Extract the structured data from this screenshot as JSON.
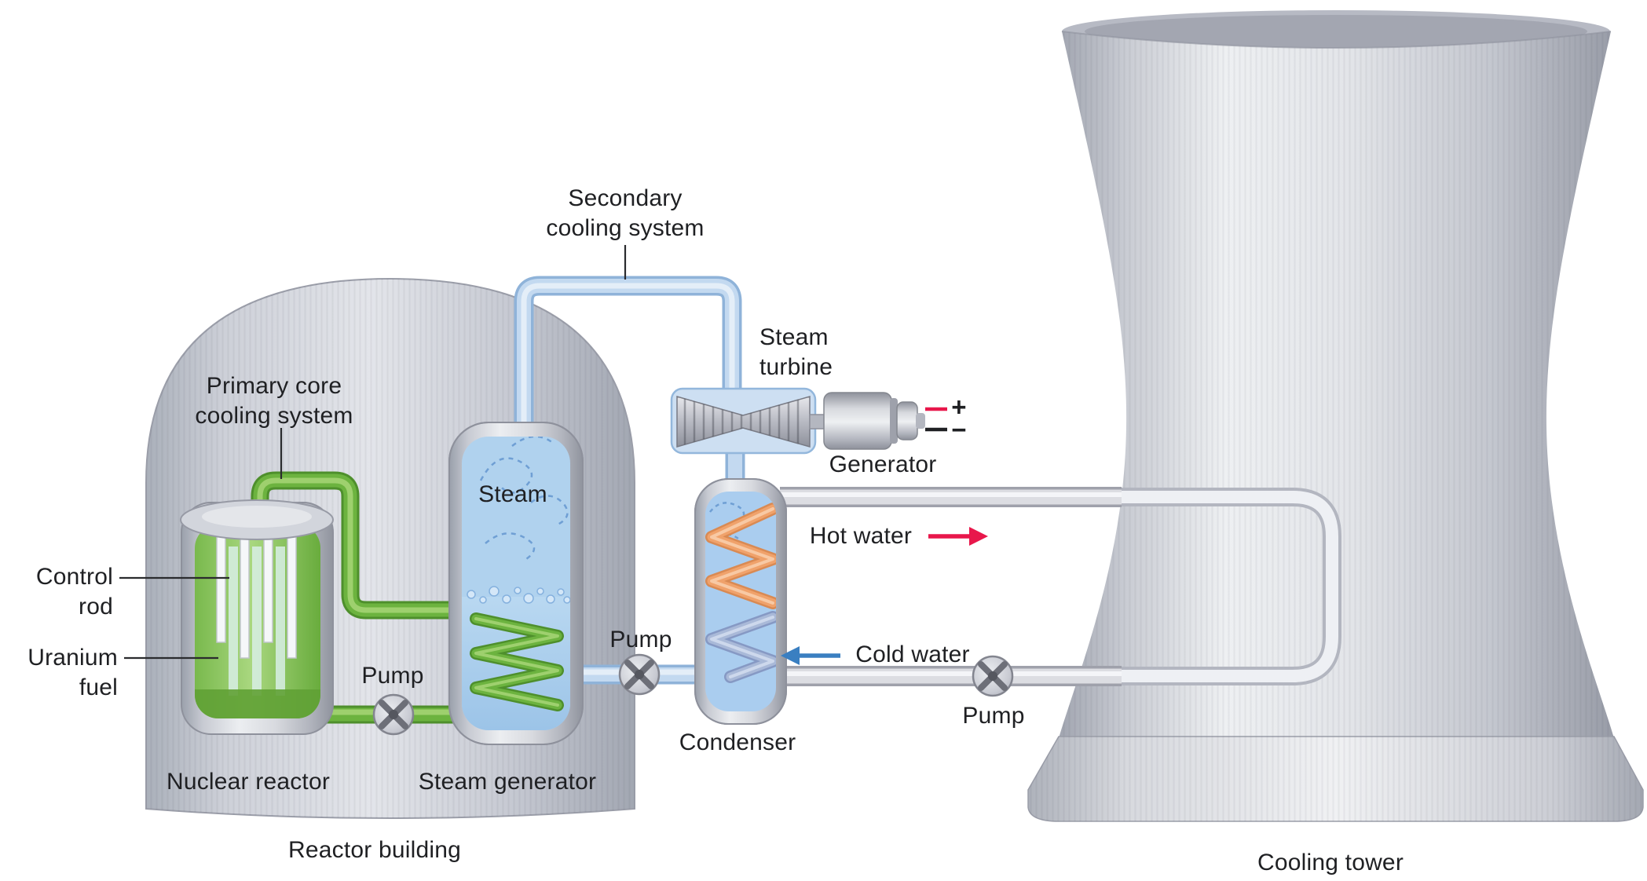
{
  "diagram": {
    "name": "Nuclear power plant with cooling tower",
    "labels": {
      "primary_cooling": "Primary core\ncooling system",
      "secondary_cooling": "Secondary\ncooling system",
      "control_rod": "Control\nrod",
      "uranium_fuel": "Uranium\nfuel",
      "nuclear_reactor": "Nuclear reactor",
      "steam_generator": "Steam generator",
      "reactor_building": "Reactor building",
      "steam": "Steam",
      "steam_turbine": "Steam\nturbine",
      "generator": "Generator",
      "plus": "+",
      "minus": "−",
      "hot_water": "Hot water",
      "cold_water": "Cold water",
      "condenser": "Condenser",
      "cooling_tower": "Cooling tower",
      "pump_primary": "Pump",
      "pump_secondary": "Pump",
      "pump_cooling": "Pump"
    },
    "colors": {
      "primary_loop_green": "#6cb33f",
      "secondary_loop_blue": "#c3d9f0",
      "hot_water_red": "#e8174b",
      "cold_water_blue": "#3a7fc1",
      "metal_gray": "#c9ccd4",
      "water_blue": "#aacdef",
      "coil_orange": "#f0a26b"
    }
  }
}
